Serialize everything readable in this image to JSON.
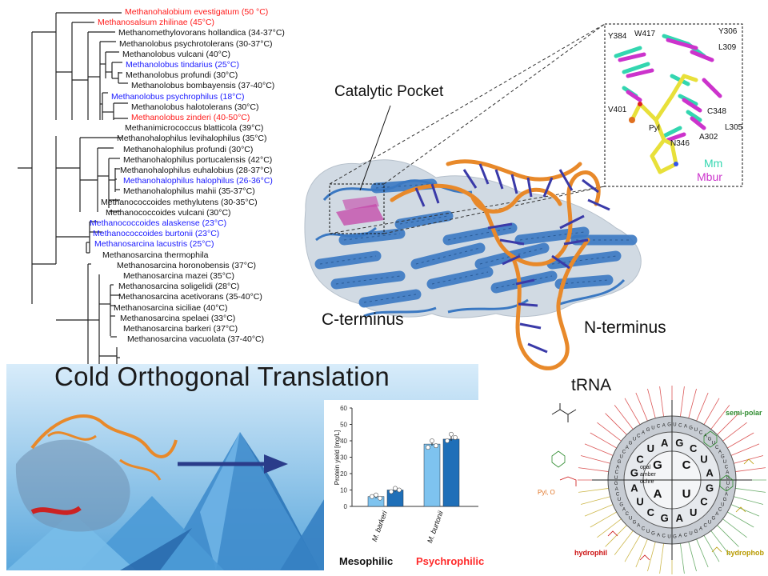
{
  "colors": {
    "thermo": "#ff1a1a",
    "psychro": "#1a1aff",
    "meso": "#111111",
    "protein": "#3a78c2",
    "rna": "#e8892a",
    "mm": "#33d6b0",
    "mbur": "#cc33cc",
    "bar_meso": "#7ec3ef",
    "bar_psy": "#1f6fb8",
    "psychrophilic_text": "#ff2a2a",
    "semipolar": "#2e8b2e",
    "hydrophil": "#cc1111",
    "hydrophob": "#b89a00"
  },
  "tree": {
    "taxa": [
      {
        "name": "Methanohalobium evestigatum (50 °C)",
        "cls": "thermo"
      },
      {
        "name": "Methanosalsum zhilinae (45°C)",
        "cls": "thermo"
      },
      {
        "name": "Methanomethylovorans hollandica (34-37°C)",
        "cls": "meso"
      },
      {
        "name": "Methanolobus psychrotolerans (30-37°C)",
        "cls": "meso"
      },
      {
        "name": "Methanolobus vulcani (40°C)",
        "cls": "meso"
      },
      {
        "name": "Methanolobus tindarius (25°C)",
        "cls": "psychro"
      },
      {
        "name": "Methanolobus profundi (30°C)",
        "cls": "meso"
      },
      {
        "name": "Methanolobus bombayensis (37-40°C)",
        "cls": "meso"
      },
      {
        "name": "Methanolobus psychrophilus (18°C)",
        "cls": "psychro"
      },
      {
        "name": "Methanolobus halotolerans (30°C)",
        "cls": "meso"
      },
      {
        "name": "Methanolobus zinderi (40-50°C)",
        "cls": "thermo"
      },
      {
        "name": "Methanimicrococcus blatticola (39°C)",
        "cls": "meso"
      },
      {
        "name": "Methanohalophilus levihalophilus (35°C)",
        "cls": "meso"
      },
      {
        "name": "Methanohalophilus profundi (30°C)",
        "cls": "meso"
      },
      {
        "name": "Methanohalophilus portucalensis (42°C)",
        "cls": "meso"
      },
      {
        "name": "Methanohalophilus euhalobius (28-37°C)",
        "cls": "meso"
      },
      {
        "name": "Methanohalophilus halophilus (26-36°C)",
        "cls": "psychro"
      },
      {
        "name": "Methanohalophilus mahii (35-37°C)",
        "cls": "meso"
      },
      {
        "name": "Methanococcoides methylutens (30-35°C)",
        "cls": "meso"
      },
      {
        "name": "Methanococcoides vulcani (30°C)",
        "cls": "meso"
      },
      {
        "name": "Methanococcoides alaskense (23°C)",
        "cls": "psychro"
      },
      {
        "name": "Methanococcoides burtonii (23°C)",
        "cls": "psychro"
      },
      {
        "name": "Methanosarcina lacustris (25°C)",
        "cls": "psychro"
      },
      {
        "name": "Methanosarcina thermophila",
        "cls": "meso"
      },
      {
        "name": "Methanosarcina horonobensis (37°C)",
        "cls": "meso"
      },
      {
        "name": "Methanosarcina mazei (35°C)",
        "cls": "meso"
      },
      {
        "name": "Methanosarcina soligelidi (28°C)",
        "cls": "meso"
      },
      {
        "name": "Methanosarcina acetivorans (35-40°C)",
        "cls": "meso"
      },
      {
        "name": "Methanosarcina siciliae (40°C)",
        "cls": "meso"
      },
      {
        "name": "Methanosarcina spelaei (33°C)",
        "cls": "meso"
      },
      {
        "name": "Methanosarcina barkeri (37°C)",
        "cls": "meso"
      },
      {
        "name": "Methanosarcina vacuolata (37-40°C)",
        "cls": "meso"
      }
    ]
  },
  "structure": {
    "catalytic_pocket": "Catalytic Pocket",
    "c_terminus": "C-terminus",
    "n_terminus": "N-terminus",
    "trna": "tRNA"
  },
  "inset": {
    "residues": [
      "Y384",
      "W417",
      "Y306",
      "L309",
      "V401",
      "Pyl",
      "C348",
      "A302",
      "N346",
      "L305"
    ],
    "legend_mm": "Mm",
    "legend_mbur": "Mbur"
  },
  "banner": {
    "title": "Cold Orthogonal Translation"
  },
  "chart_data": {
    "type": "bar",
    "categories": [
      "M. barkeri",
      "M. burtonii"
    ],
    "groups": [
      "Mesophilic",
      "Psychrophilic"
    ],
    "series": [
      {
        "values": [
          6,
          38
        ]
      },
      {
        "values": [
          10,
          41
        ]
      }
    ],
    "points": [
      [
        [
          6,
          7,
          5
        ],
        [
          9,
          11,
          10
        ]
      ],
      [
        [
          36,
          40,
          37
        ],
        [
          40,
          44,
          42
        ]
      ]
    ],
    "ylabel": "Protein yield [mg/L]",
    "yticks": [
      0,
      10,
      20,
      30,
      40,
      50,
      60
    ],
    "ylim": [
      0,
      60
    ],
    "group_labels": [
      "Mesophilic",
      "Psychrophilic"
    ]
  },
  "codon_wheel": {
    "inner": [
      "G",
      "C",
      "U",
      "A"
    ],
    "ring2": [
      "G",
      "C",
      "U",
      "A",
      "G",
      "C",
      "U",
      "A",
      "G",
      "C",
      "U",
      "A",
      "G",
      "C",
      "U",
      "A"
    ],
    "center_labels": [
      "U",
      "C",
      "A",
      "G"
    ],
    "markers": [
      "opal",
      "amber",
      "ochre"
    ],
    "semipolar": "semi-polar",
    "hydrophil": "hydrophil",
    "hydrophob": "hydrophob",
    "pyl_label": "Pyl, O"
  }
}
